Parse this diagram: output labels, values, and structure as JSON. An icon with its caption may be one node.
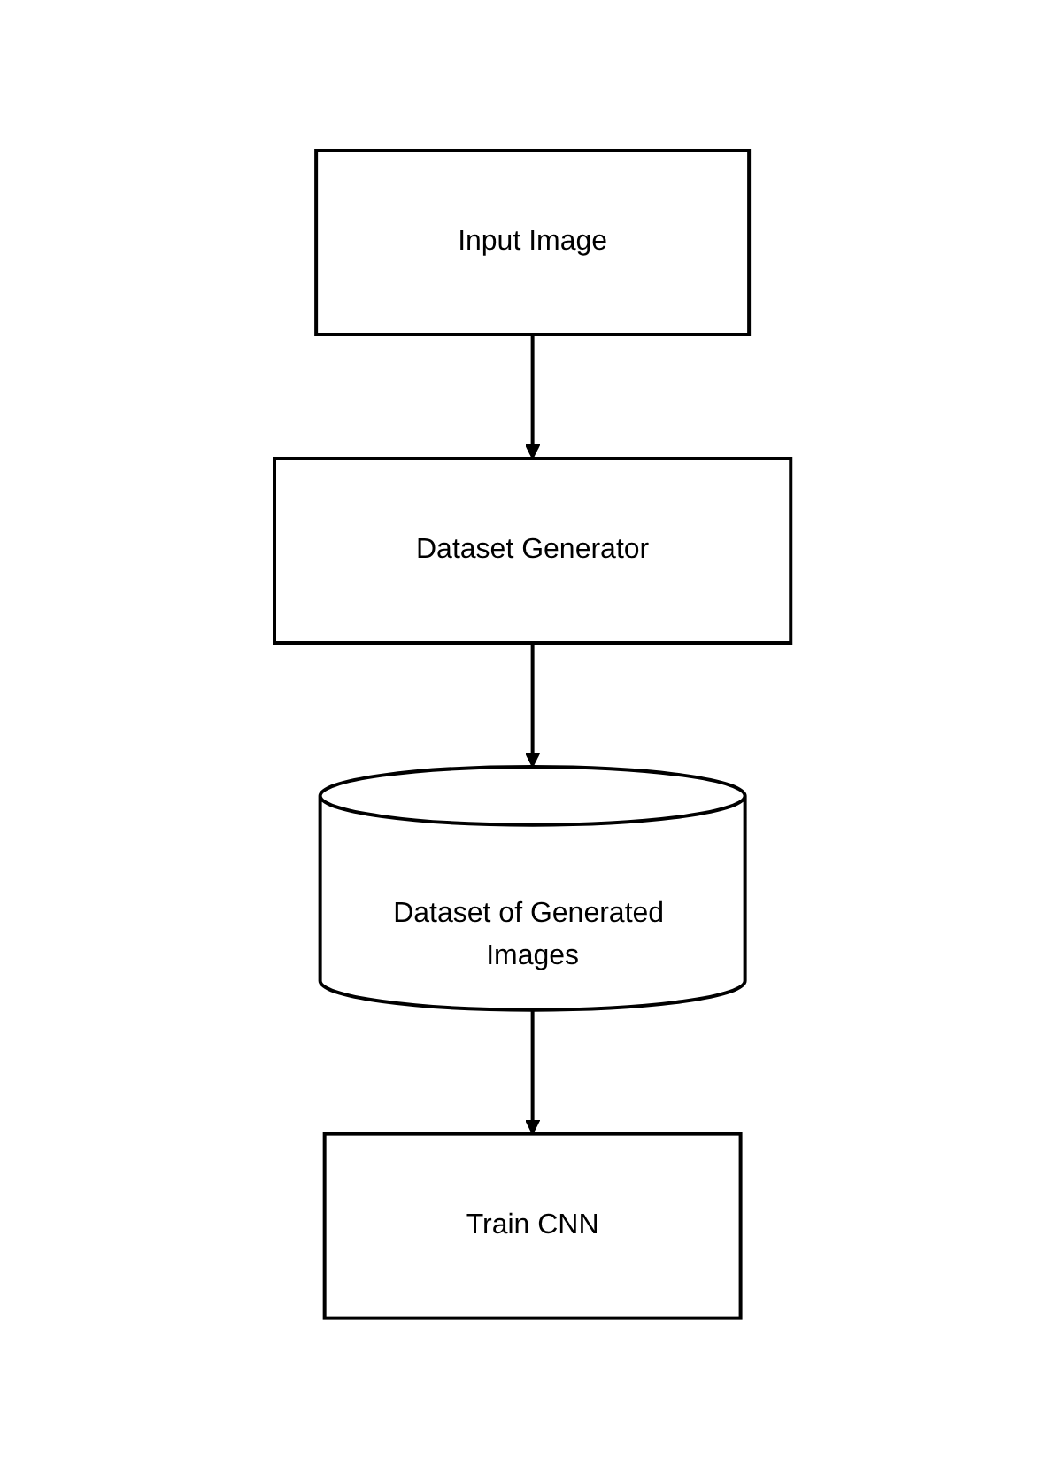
{
  "diagram": {
    "nodes": [
      {
        "text": [
          "Input Image"
        ]
      },
      {
        "text": [
          "Dataset Generator"
        ]
      },
      {
        "text": [
          "Dataset of Generated Images"
        ]
      },
      {
        "text": [
          "Train CNN"
        ]
      }
    ],
    "edges": [
      {
        "from": 0,
        "to": 1,
        "arrow": "to"
      },
      {
        "from": 1,
        "to": 2,
        "arrow": "to"
      },
      {
        "from": 2,
        "to": 3,
        "arrow": "to"
      }
    ]
  }
}
